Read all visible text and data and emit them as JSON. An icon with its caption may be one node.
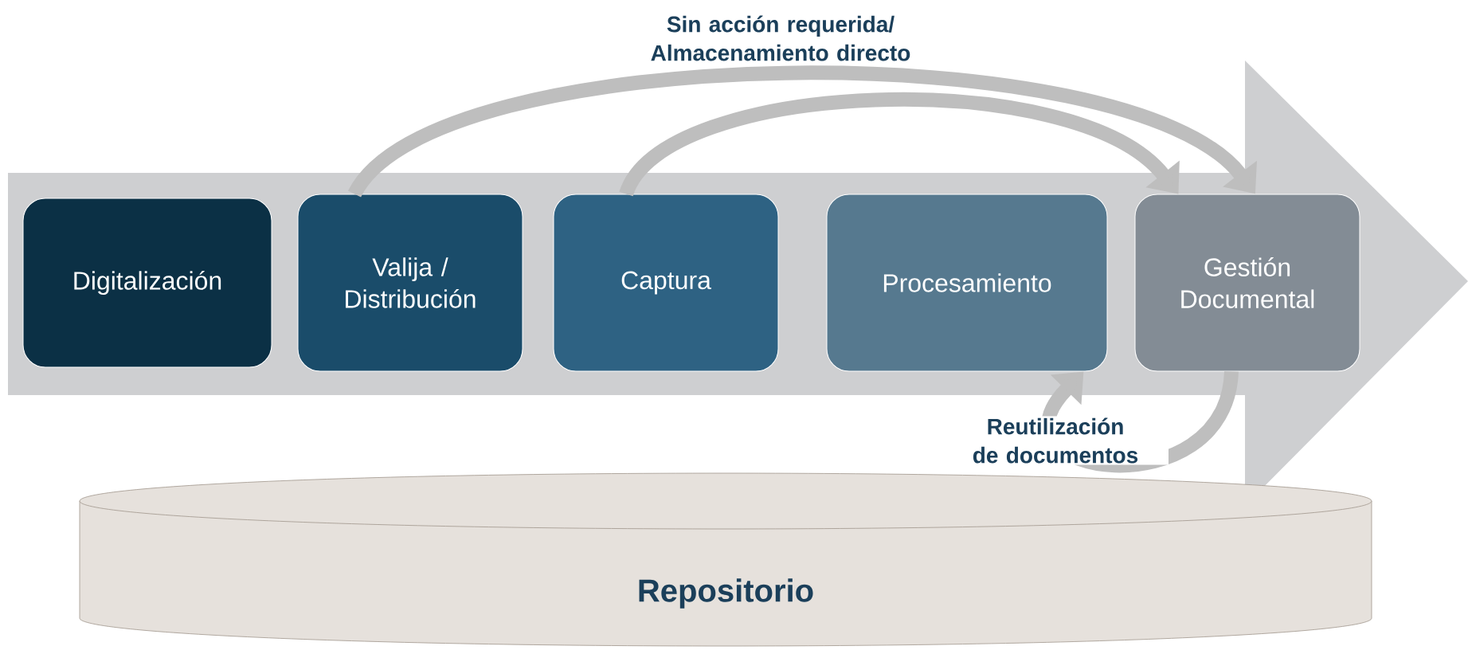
{
  "diagram": {
    "nodes": [
      {
        "text": [
          "Digitalización"
        ]
      },
      {
        "text": [
          "Valija / Distribución"
        ]
      },
      {
        "text": [
          "Captura"
        ]
      },
      {
        "text": [
          "Procesamiento"
        ]
      },
      {
        "text": [
          "Gestión Documental"
        ]
      },
      {
        "text": [
          "Repositorio"
        ]
      }
    ],
    "edges": [
      {
        "from": 1,
        "to": 4,
        "arrow": "to"
      },
      {
        "from": 2,
        "to": 4,
        "arrow": "to"
      },
      {
        "from": 4,
        "to": 3,
        "arrow": "to",
        "label": "Reutilización de documentos"
      }
    ],
    "labels": [
      "Sin acción requerida/ Almacenamiento directo"
    ]
  }
}
